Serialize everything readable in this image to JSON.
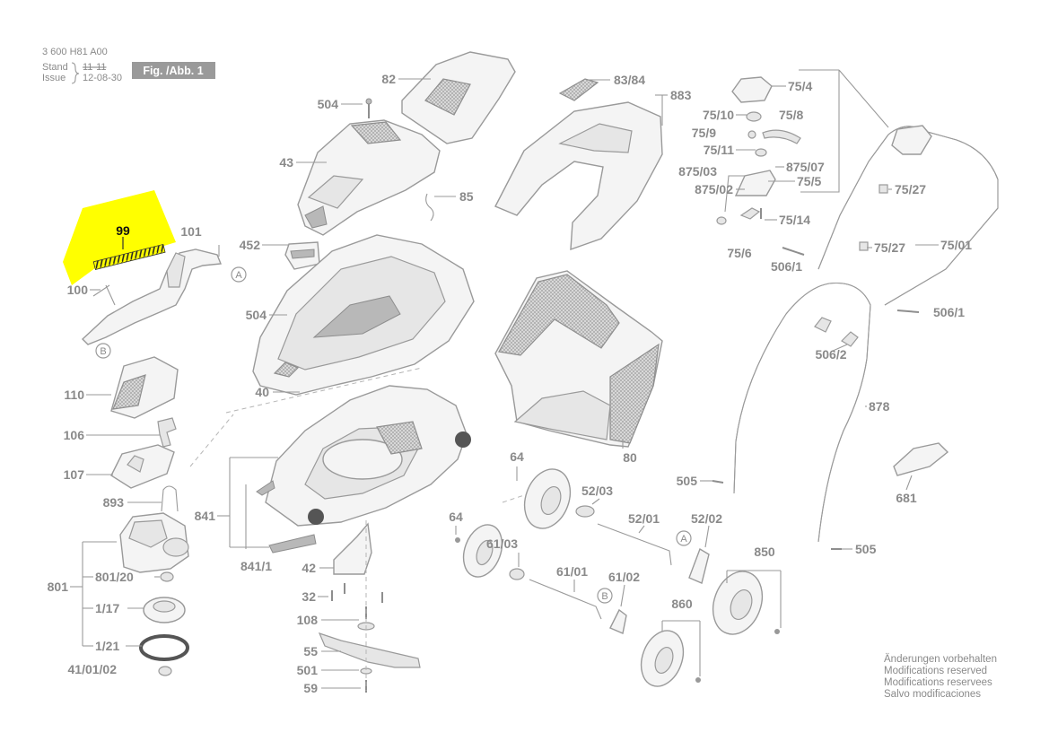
{
  "header": {
    "code": "3 600 H81 A00",
    "stand_label": "Stand",
    "issue_label": "Issue",
    "stand_value": "11-11",
    "issue_value": "12-08-30",
    "figure_label": "Fig. /Abb. 1"
  },
  "highlight": {
    "part": "99",
    "color": "#ffff00"
  },
  "callouts": {
    "c82": "82",
    "c504a": "504",
    "c43": "43",
    "c85": "85",
    "c452": "452",
    "c504b": "504",
    "c40": "40",
    "c8384": "83/84",
    "c883": "883",
    "c75_4": "75/4",
    "c75_10": "75/10",
    "c75_8": "75/8",
    "c75_9": "75/9",
    "c75_11": "75/11",
    "c875_03": "875/03",
    "c875_07": "875/07",
    "c875_02": "875/02",
    "c75_5": "75/5",
    "c75_14": "75/14",
    "c75_6": "75/6",
    "c506_1a": "506/1",
    "c75_27a": "75/27",
    "c75_27b": "75/27",
    "c75_01": "75/01",
    "c506_1b": "506/1",
    "c506_2": "506/2",
    "c878": "878",
    "c681": "681",
    "c505a": "505",
    "c505b": "505",
    "c80": "80",
    "c64a": "64",
    "c52_03": "52/03",
    "c52_01": "52/01",
    "c52_02": "52/02",
    "c64b": "64",
    "c61_03": "61/03",
    "c61_01": "61/01",
    "c61_02": "61/02",
    "c850": "850",
    "c860": "860",
    "c101": "101",
    "c100": "100",
    "c110": "110",
    "c106": "106",
    "c107": "107",
    "c893": "893",
    "c841": "841",
    "c841_1": "841/1",
    "c42": "42",
    "c32": "32",
    "c801": "801",
    "c801_20": "801/20",
    "c1_17": "1/17",
    "c1_21": "1/21",
    "c41_01_02": "41/01/02",
    "c108": "108",
    "c55": "55",
    "c501": "501",
    "c59": "59"
  },
  "markers": {
    "A1": "A",
    "B1": "B",
    "A2": "A",
    "B2": "B"
  },
  "footer": {
    "line1": "Änderungen vorbehalten",
    "line2": "Modifications reserved",
    "line3": "Modifications reservees",
    "line4": "Salvo modificaciones"
  }
}
